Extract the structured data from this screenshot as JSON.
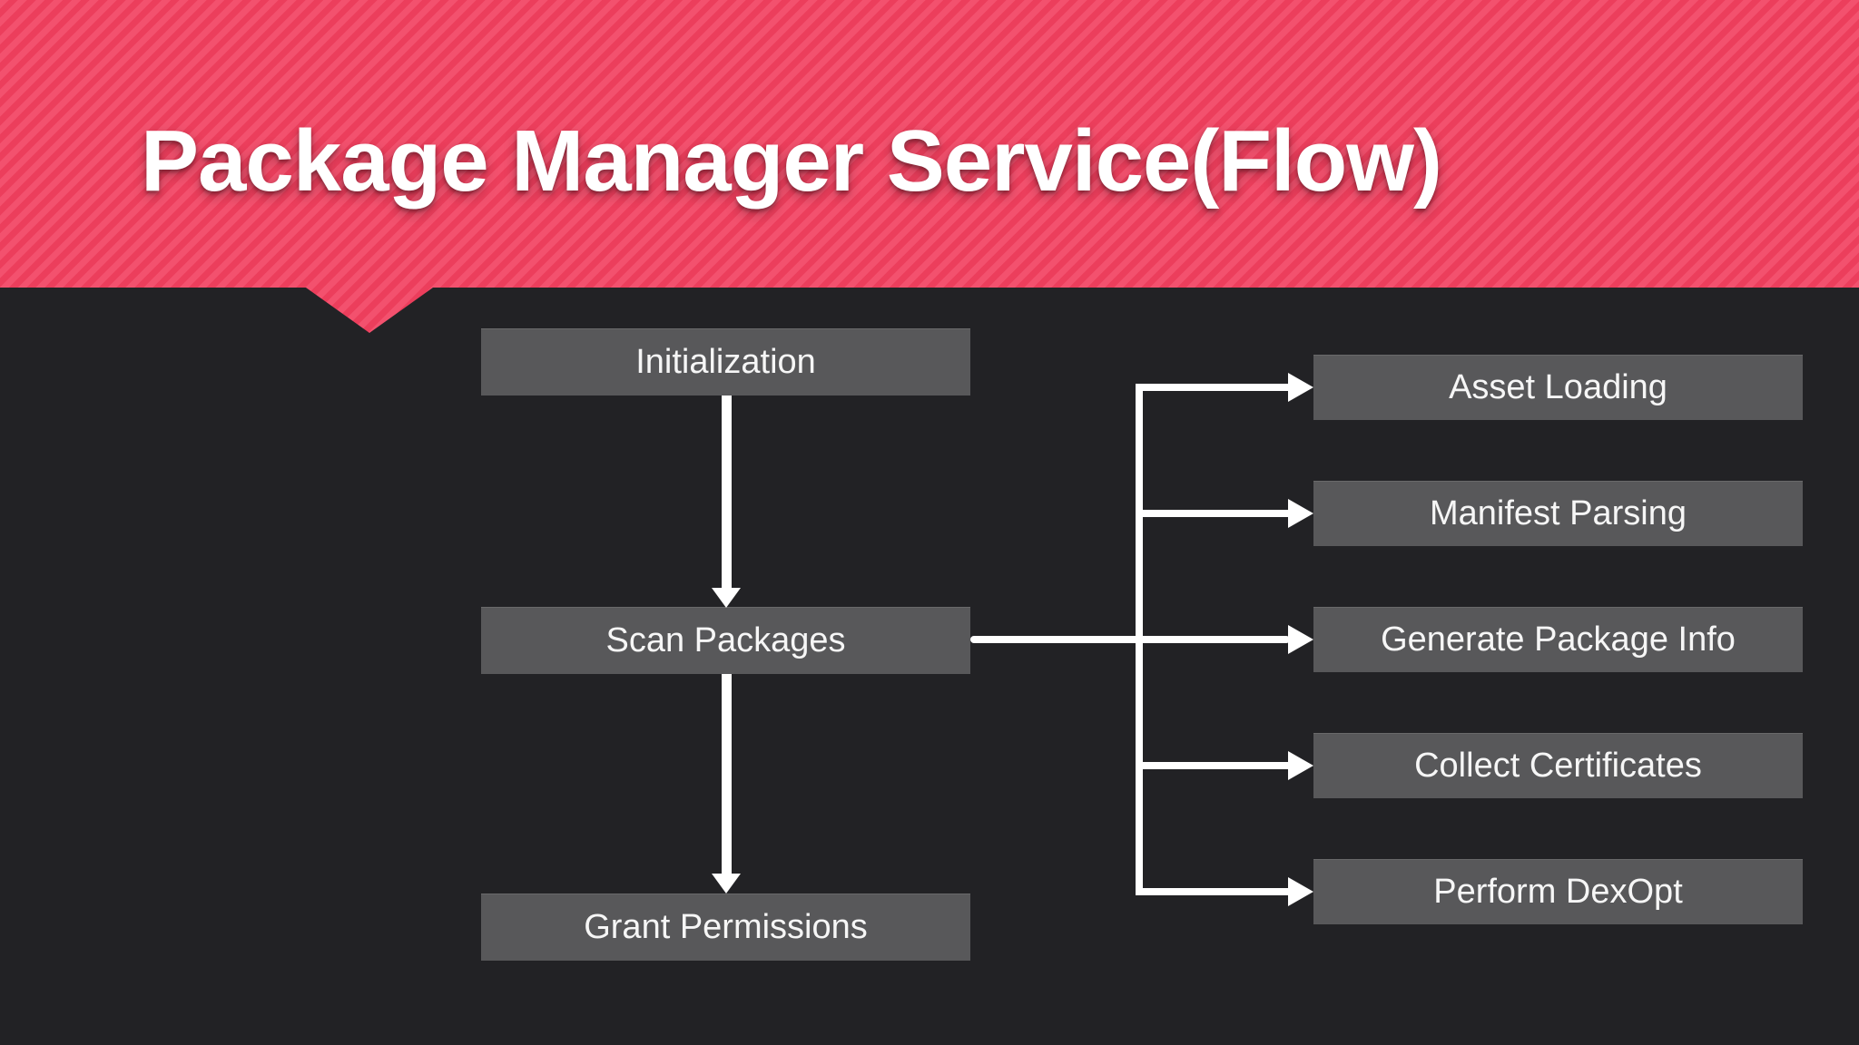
{
  "title": "Package Manager Service(Flow)",
  "nodes": {
    "left": [
      {
        "id": "initialization",
        "label": "Initialization"
      },
      {
        "id": "scan-packages",
        "label": "Scan Packages"
      },
      {
        "id": "grant-permissions",
        "label": "Grant Permissions"
      }
    ],
    "right": [
      {
        "id": "asset-loading",
        "label": "Asset Loading"
      },
      {
        "id": "manifest-parsing",
        "label": "Manifest Parsing"
      },
      {
        "id": "generate-package-info",
        "label": "Generate Package Info"
      },
      {
        "id": "collect-certificates",
        "label": "Collect Certificates"
      },
      {
        "id": "perform-dexopt",
        "label": "Perform DexOpt"
      }
    ]
  },
  "edges": [
    {
      "from": "Initialization",
      "to": "Scan Packages",
      "style": "arrow-down"
    },
    {
      "from": "Scan Packages",
      "to": "Grant Permissions",
      "style": "arrow-down"
    },
    {
      "from": "Scan Packages",
      "to": "Asset Loading",
      "style": "arrow-right"
    },
    {
      "from": "Scan Packages",
      "to": "Manifest Parsing",
      "style": "arrow-right"
    },
    {
      "from": "Scan Packages",
      "to": "Generate Package Info",
      "style": "arrow-right"
    },
    {
      "from": "Scan Packages",
      "to": "Collect Certificates",
      "style": "arrow-right"
    },
    {
      "from": "Scan Packages",
      "to": "Perform DexOpt",
      "style": "arrow-right"
    }
  ],
  "colors": {
    "background": "#222225",
    "banner_stripe_light": "#f3516e",
    "banner_stripe_dark": "#ec3e5c",
    "node_fill": "#58585a",
    "node_text": "#f6f6f6",
    "connector": "#ffffff",
    "title_text": "#ffffff"
  }
}
